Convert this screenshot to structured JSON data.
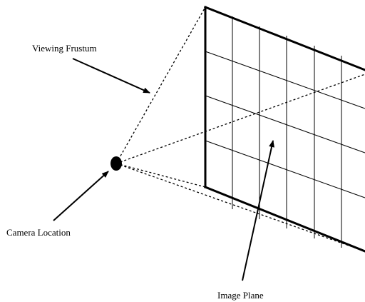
{
  "labels": {
    "viewing_frustum": "Viewing Frustum",
    "camera_location": "Camera Location",
    "image_plane": "Image Plane"
  },
  "colors": {
    "background": "#ffffff",
    "ink": "#000000"
  }
}
